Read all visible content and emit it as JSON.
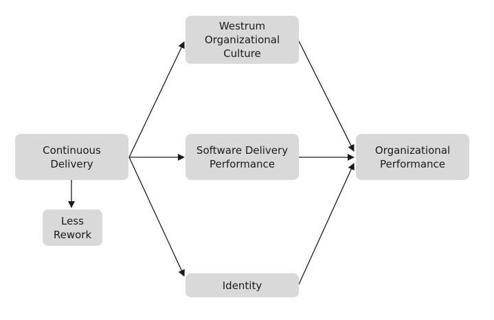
{
  "colors": {
    "node_fill": "#d9d9d9",
    "text": "#1a1a1a",
    "edge": "#1a1a1a"
  },
  "nodes": {
    "continuous_delivery": "Continuous\nDelivery",
    "less_rework": "Less\nRework",
    "westrum_culture": "Westrum\nOrganizational\nCulture",
    "software_delivery": "Software Delivery\nPerformance",
    "identity": "Identity",
    "organizational_performance": "Organizational\nPerformance"
  },
  "edges": [
    {
      "from": "continuous_delivery",
      "to": "less_rework"
    },
    {
      "from": "continuous_delivery",
      "to": "westrum_culture"
    },
    {
      "from": "continuous_delivery",
      "to": "software_delivery"
    },
    {
      "from": "continuous_delivery",
      "to": "identity"
    },
    {
      "from": "westrum_culture",
      "to": "organizational_performance"
    },
    {
      "from": "software_delivery",
      "to": "organizational_performance"
    },
    {
      "from": "identity",
      "to": "organizational_performance"
    }
  ]
}
